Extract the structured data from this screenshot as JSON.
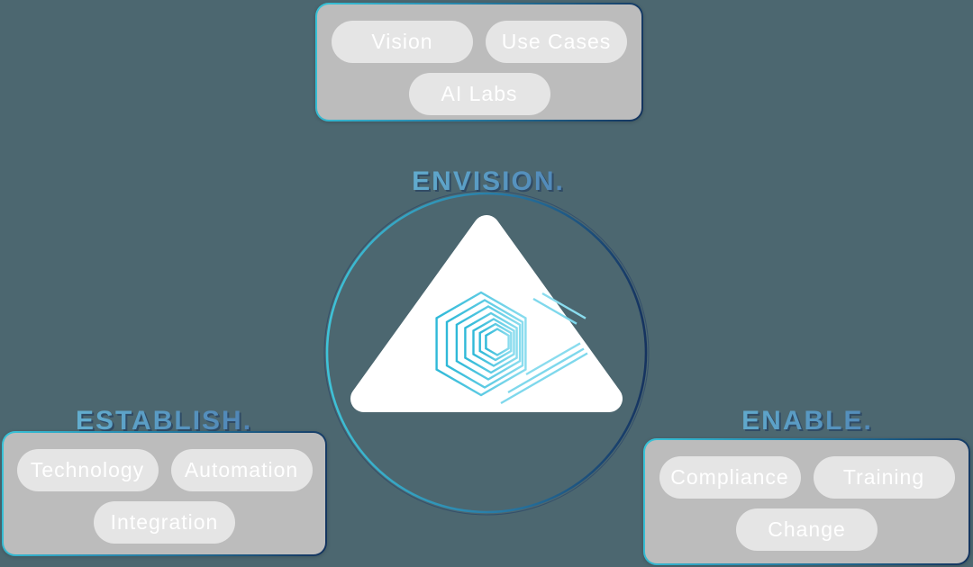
{
  "background_color": "#4C6770",
  "palette": {
    "box_fill": "#bcbcbc",
    "pill_fill": "#e5e5e5",
    "pill_text": "#ffffff",
    "border_gradient_start": "#38c4d8",
    "border_gradient_end": "#14335d",
    "title_gradient_start": "#68b9d6",
    "title_gradient_end": "#4b79ae",
    "title_shadow": "#14305a",
    "ring_gradient_start": "#3fc3d8",
    "ring_gradient_end": "#16335f",
    "triangle_fill": "#ffffff",
    "logo_gradient_start": "#2fb9d8",
    "logo_gradient_end": "#8adcee"
  },
  "diagram": {
    "groups": [
      {
        "id": "envision",
        "title": "ENVISION.",
        "pills": [
          "Vision",
          "Use Cases",
          "AI Labs"
        ]
      },
      {
        "id": "establish",
        "title": "ESTABLISH.",
        "pills": [
          "Technology",
          "Automation",
          "Integration"
        ]
      },
      {
        "id": "enable",
        "title": "ENABLE.",
        "pills": [
          "Compliance",
          "Training",
          "Change"
        ]
      }
    ],
    "center": {
      "icon": "nested-hexagons-logo",
      "shapes": [
        "gradient-circle-ring",
        "rounded-white-triangle"
      ]
    }
  }
}
